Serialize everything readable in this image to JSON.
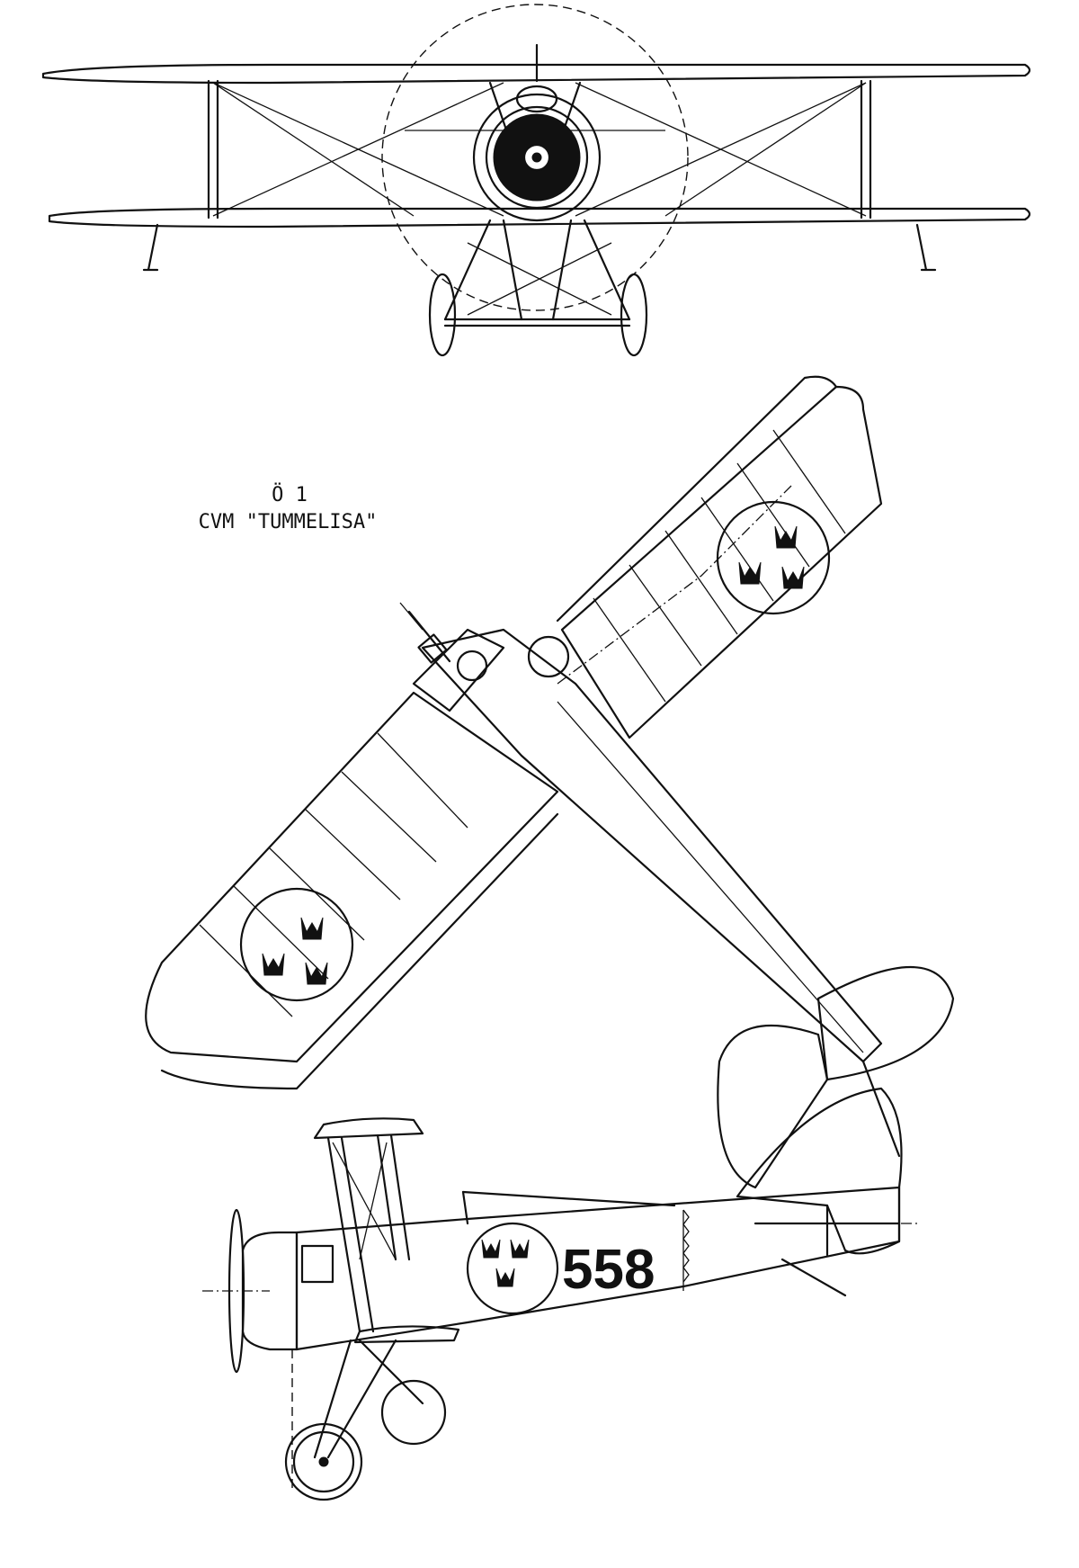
{
  "title": {
    "designation": "Ö 1",
    "name": "CVM \"TUMMELISA\""
  },
  "side_view": {
    "serial_number": "558"
  },
  "insignia": {
    "name": "three-crowns-roundel",
    "color": "#111111"
  },
  "line_color": "#111111",
  "background_color": "#ffffff"
}
